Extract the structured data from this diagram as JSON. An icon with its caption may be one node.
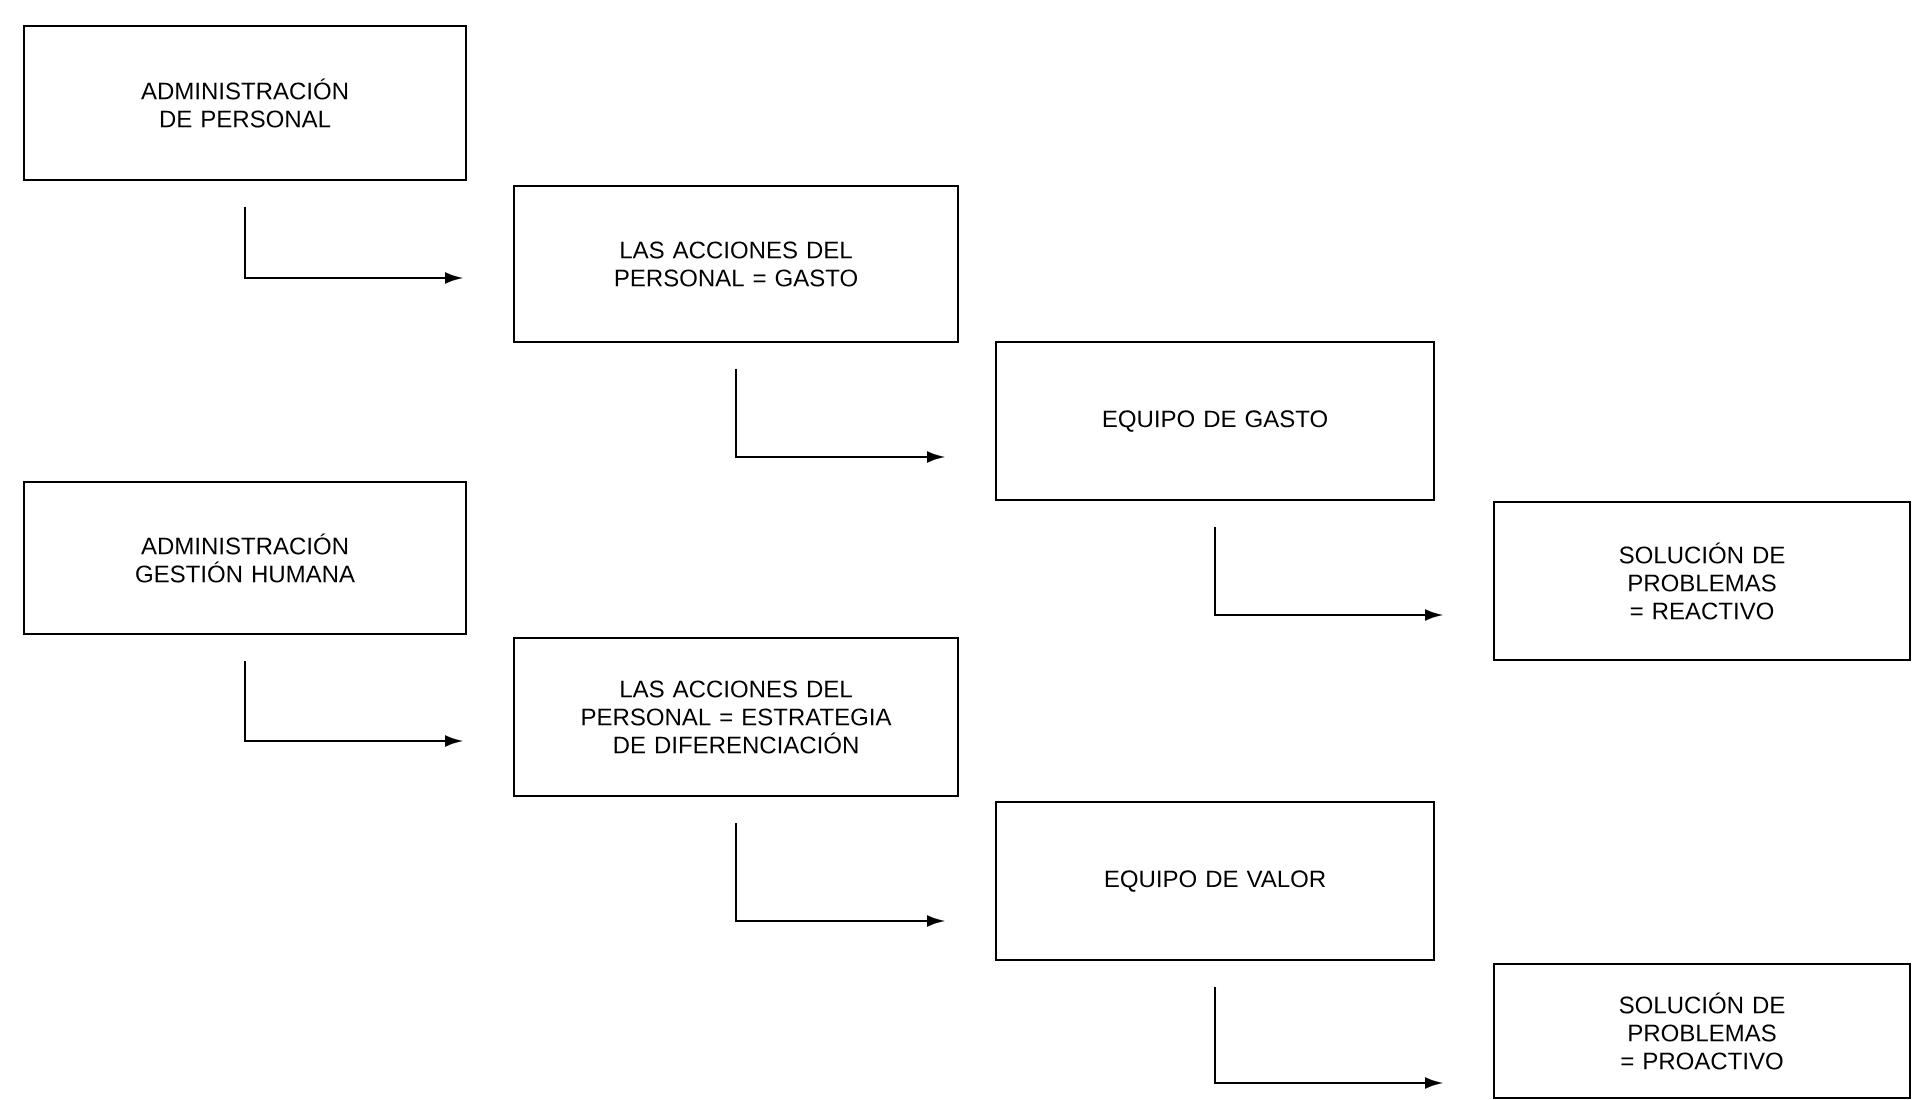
{
  "diagram": {
    "nodes": [
      {
        "text": [
          "ADMINISTRACIÓN DE PERSONAL"
        ]
      },
      {
        "text": [
          "LAS ACCIONES DEL PERSONAL = GASTO"
        ]
      },
      {
        "text": [
          "EQUIPO DE GASTO"
        ]
      },
      {
        "text": [
          "SOLUCIÓN DE PROBLEMAS = REACTIVO"
        ]
      },
      {
        "text": [
          "ADMINISTRACIÓN GESTIÓN HUMANA"
        ]
      },
      {
        "text": [
          "LAS ACCIONES DEL PERSONAL = ESTRATEGIA DE DIFERENCIACIÓN"
        ]
      },
      {
        "text": [
          "EQUIPO DE VALOR"
        ]
      },
      {
        "text": [
          "SOLUCIÓN DE PROBLEMAS = PROACTIVO"
        ]
      }
    ],
    "edges": [
      {
        "from": 0,
        "to": 1,
        "arrow": "to"
      },
      {
        "from": 1,
        "to": 2,
        "arrow": "to"
      },
      {
        "from": 2,
        "to": 3,
        "arrow": "to"
      },
      {
        "from": 4,
        "to": 5,
        "arrow": "to"
      },
      {
        "from": 5,
        "to": 6,
        "arrow": "to"
      },
      {
        "from": 6,
        "to": 7,
        "arrow": "to"
      }
    ]
  }
}
